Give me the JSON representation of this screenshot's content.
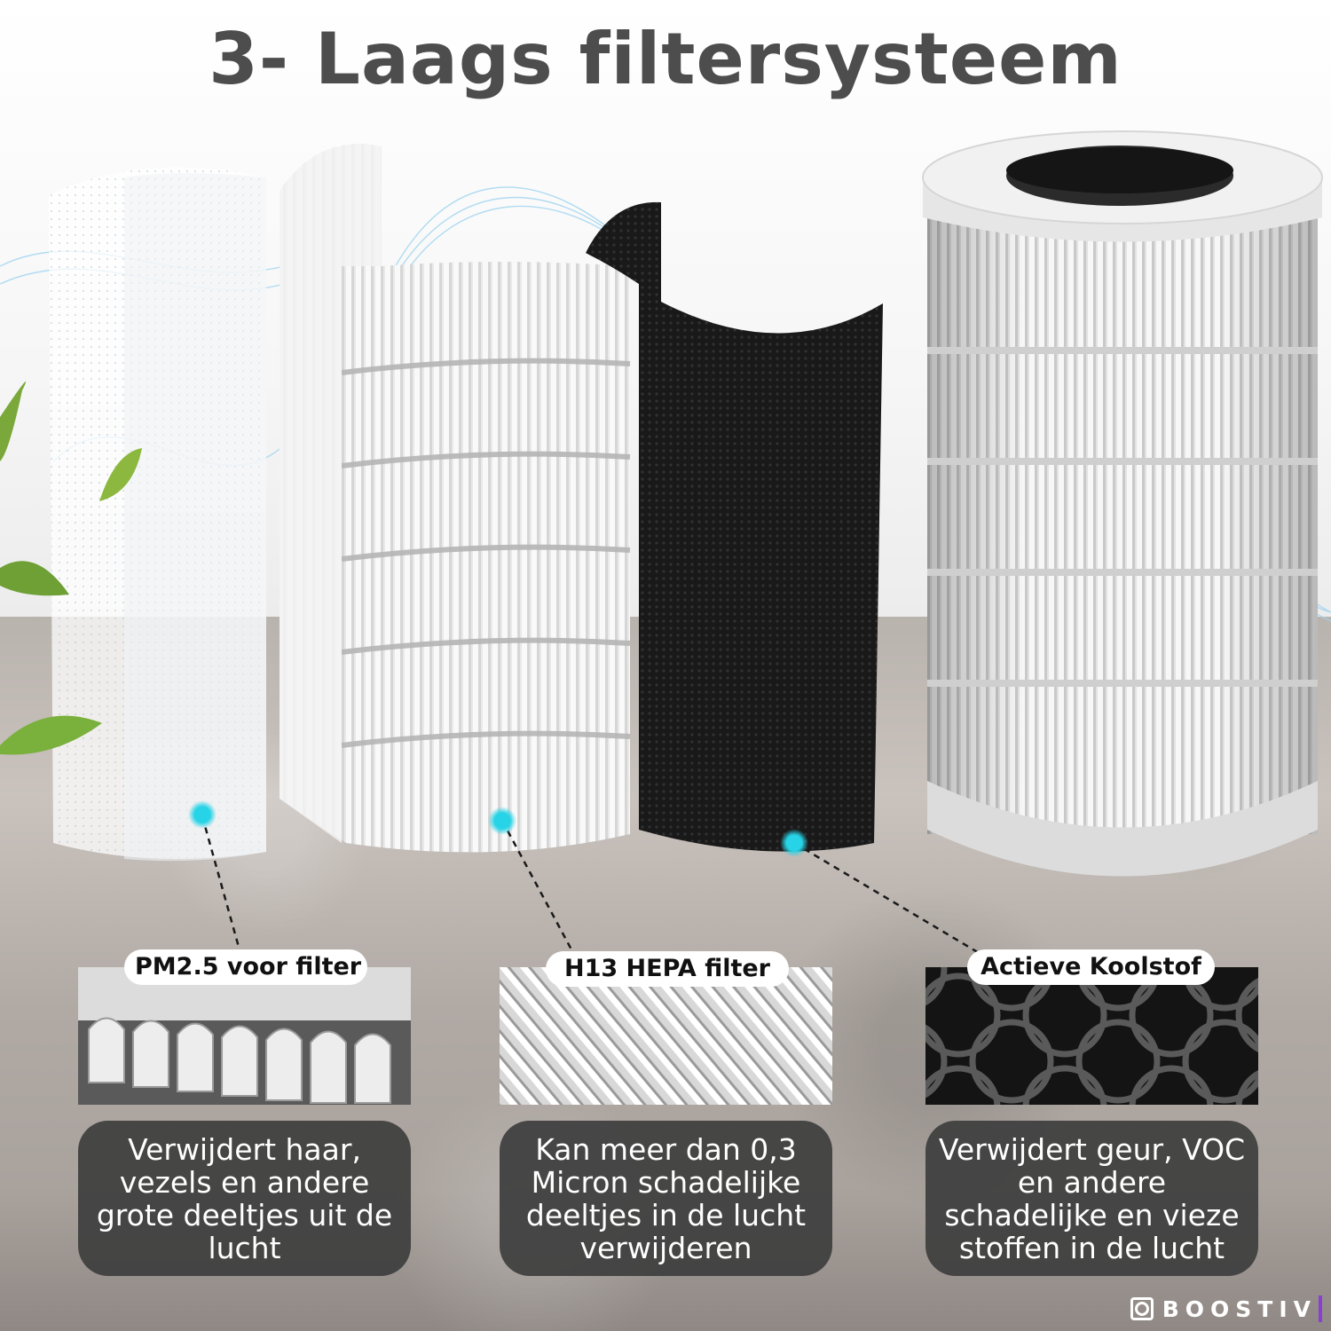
{
  "title": "3- Laags filtersysteem",
  "layers": [
    {
      "name": "PM2.5 voor filter",
      "description": "Verwijdert haar, vezels en andere grote deeltjes uit de lucht"
    },
    {
      "name": "H13 HEPA filter",
      "description": "Kan meer dan 0,3 Micron schadelijke deeltjes in de lucht verwijderen"
    },
    {
      "name": "Actieve Koolstof",
      "description": "Verwijdert geur, VOC en andere schadelijke en vieze stoffen in de lucht"
    }
  ],
  "brand": "BOOSTIV",
  "colors": {
    "title": "#4d4d4d",
    "marker": "#27d3e6",
    "description_bg": "#3e3e3e",
    "label_bg": "#ffffff"
  }
}
